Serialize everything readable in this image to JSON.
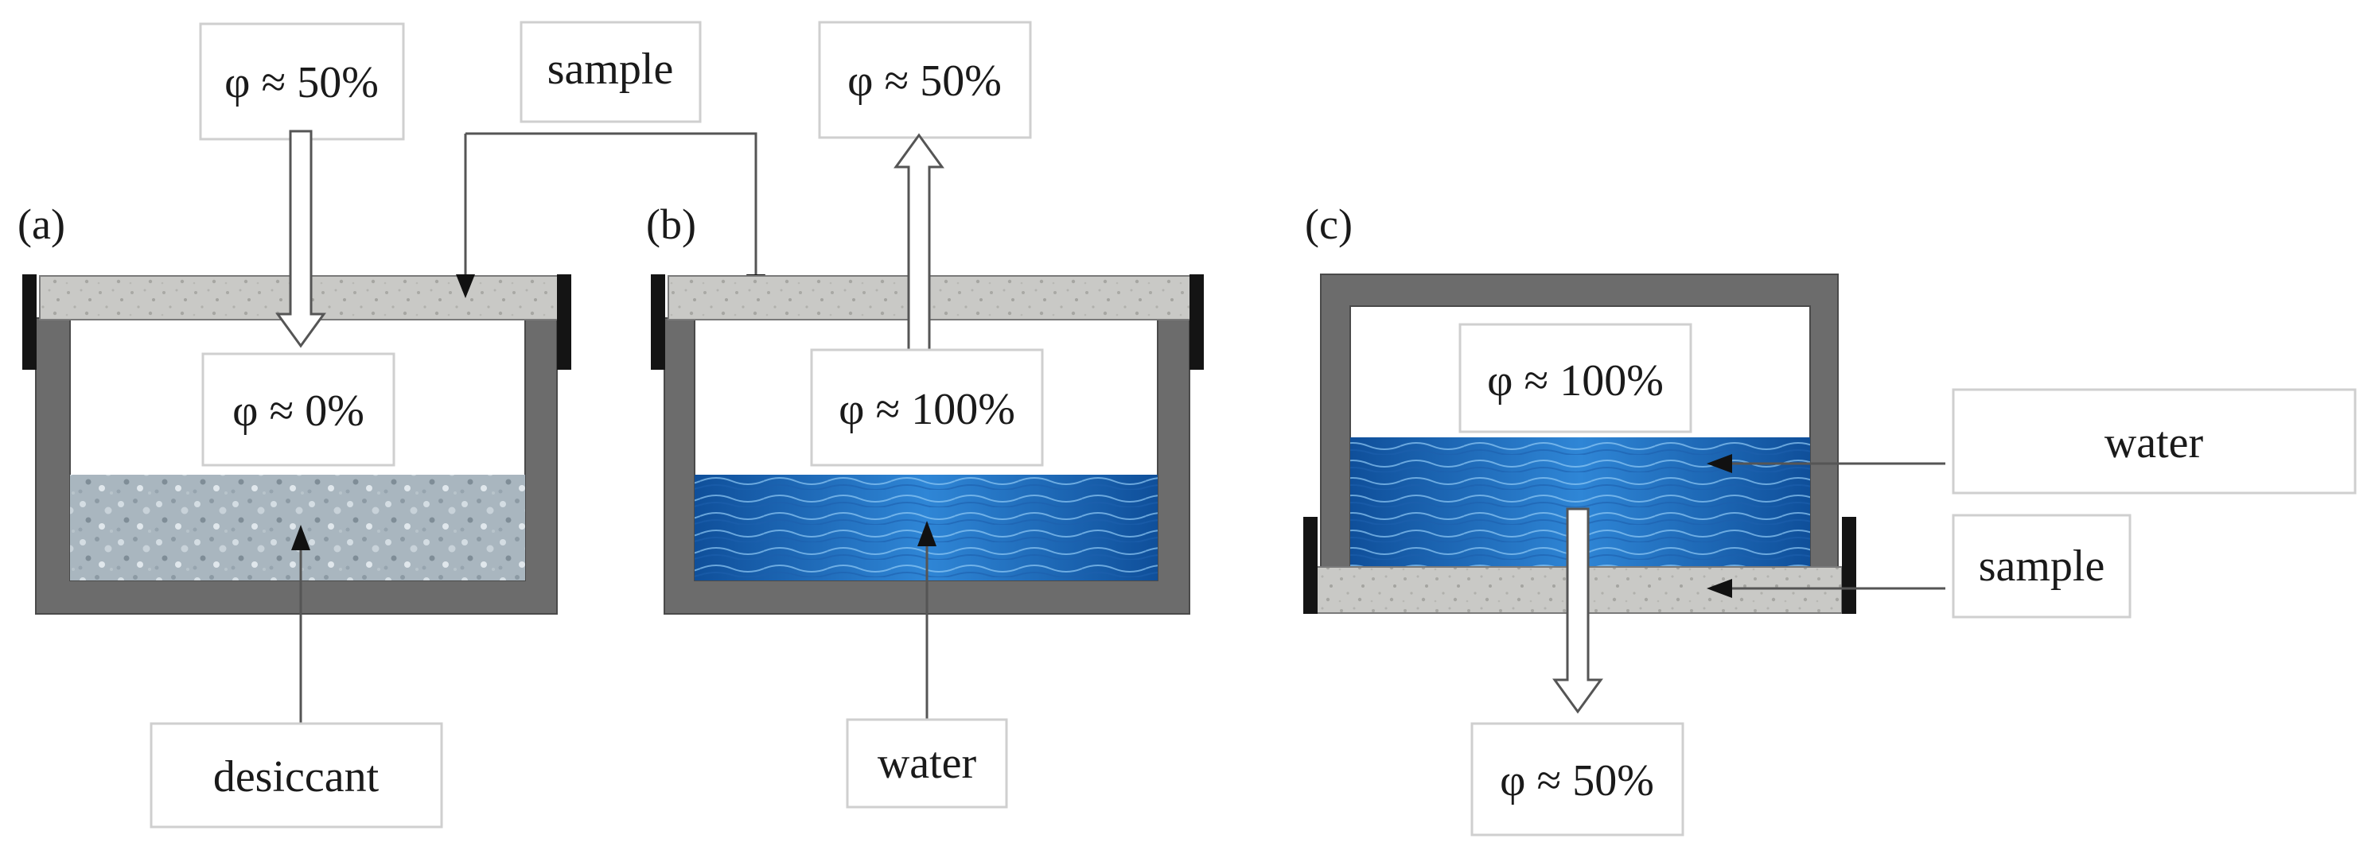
{
  "panels": [
    {
      "id": "a",
      "tag": "(a)"
    },
    {
      "id": "b",
      "tag": "(b)"
    },
    {
      "id": "c",
      "tag": "(c)"
    }
  ],
  "labels": {
    "a_top": "φ ≈ 50%",
    "a_inner": "φ ≈ 0%",
    "a_bottom": "desiccant",
    "shared_sample": "sample",
    "b_top": "φ ≈ 50%",
    "b_inner": "φ ≈ 100%",
    "b_bottom": "water",
    "c_inner": "φ ≈ 100%",
    "c_water": "water",
    "c_sample": "sample",
    "c_bottom": "φ ≈ 50%"
  },
  "colors": {
    "wall": "#6c6c6c",
    "sample": "#c9c9c6",
    "desiccant": "#a9b6bf",
    "water_dark": "#0f4f9a",
    "water_light": "#4aa2e6",
    "clamp": "#141414"
  }
}
